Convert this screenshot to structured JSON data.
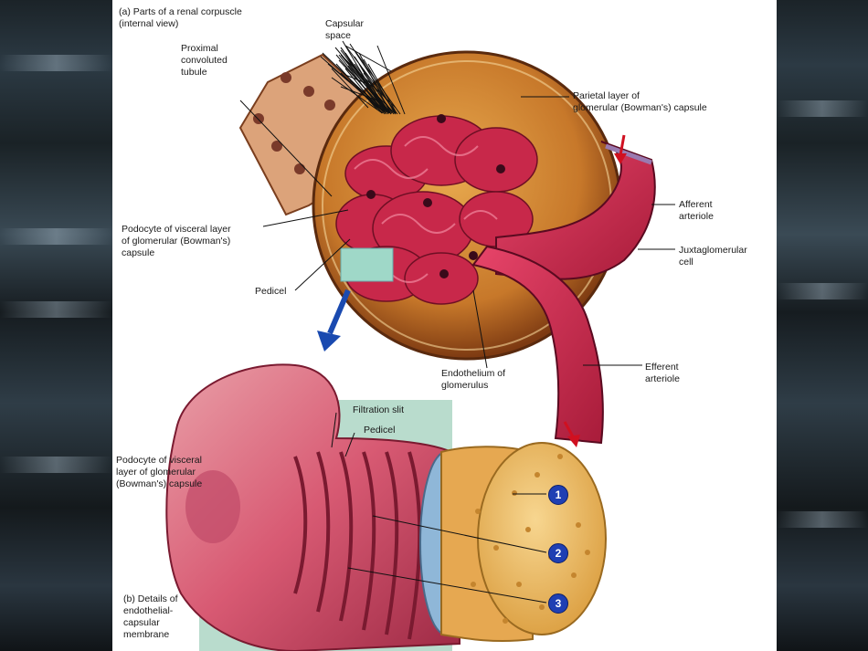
{
  "panel_a": {
    "title": "(a) Parts of  a renal corpuscle\n(internal view)",
    "labels": {
      "capsular_space": "Capsular\nspace",
      "proximal_tubule": "Proximal\nconvoluted\ntubule",
      "parietal_layer": "Parietal layer of\nglomerular (Bowman's) capsule",
      "afferent_arteriole": "Afferent\narteriole",
      "juxtaglomerular_cell": "Juxtaglomerular\ncell",
      "podocyte": "Podocyte of visceral layer\nof glomerular (Bowman's)\ncapsule",
      "pedicel": "Pedicel",
      "endothelium": "Endothelium of\nglomerulus",
      "efferent_arteriole": "Efferent\narteriole"
    }
  },
  "panel_b": {
    "title": "(b) Details of\nendothelial-\ncapsular\nmembrane",
    "labels": {
      "filtration_slit": "Filtration slit",
      "pedicel": "Pedicel",
      "podocyte": "Podocyte of  visceral\nlayer of glomerular\n(Bowman's) capsule"
    },
    "markers": [
      "1",
      "2",
      "3"
    ]
  },
  "colors": {
    "marker": "#1f3fb3",
    "capsule": "#c77a2a",
    "vessel": "#d9304f",
    "panel_bg": "#b9dccd"
  }
}
